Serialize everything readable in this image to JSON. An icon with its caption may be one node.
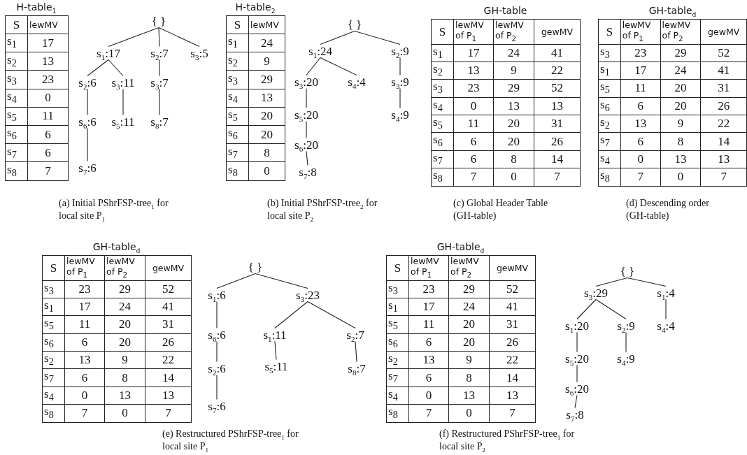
{
  "diagram": {
    "nodes": [
      {
        "text": [
          "{ }"
        ]
      },
      {
        "text": [
          "s$_{1}$:17"
        ]
      },
      {
        "text": [
          "s$_{2}$:7"
        ]
      },
      {
        "text": [
          "s$_{3}$:5"
        ]
      },
      {
        "text": [
          "s$_{2}$:6"
        ]
      },
      {
        "text": [
          "s$_{3}$:11"
        ]
      },
      {
        "text": [
          "s$_{3}$:7"
        ]
      },
      {
        "text": [
          "s$_{6}$:6"
        ]
      },
      {
        "text": [
          "s$_{5}$:11"
        ]
      },
      {
        "text": [
          "s$_{8}$:7"
        ]
      },
      {
        "text": [
          "s$_{7}$:6"
        ]
      },
      {
        "text": [
          "{ }"
        ]
      },
      {
        "text": [
          "s$_{1}$:24"
        ]
      },
      {
        "text": [
          "s$_{2}$:9"
        ]
      },
      {
        "text": [
          "s$_{3}$:20"
        ]
      },
      {
        "text": [
          "s$_{4}$:4"
        ]
      },
      {
        "text": [
          "s$_{3}$:9"
        ]
      },
      {
        "text": [
          "s$_{5}$:20"
        ]
      },
      {
        "text": [
          "s$_{4}$:9"
        ]
      },
      {
        "text": [
          "s$_{6}$:20"
        ]
      },
      {
        "text": [
          "s$_{7}$:8"
        ]
      },
      {
        "text": [
          "{ }"
        ]
      },
      {
        "text": [
          "s$_{1}$:6"
        ]
      },
      {
        "text": [
          "s$_{3}$:23"
        ]
      },
      {
        "text": [
          "s$_{6}$:6"
        ]
      },
      {
        "text": [
          "s$_{1}$:11"
        ]
      },
      {
        "text": [
          "s$_{2}$:7"
        ]
      },
      {
        "text": [
          "s$_{2}$:6"
        ]
      },
      {
        "text": [
          "s$_{5}$:11"
        ]
      },
      {
        "text": [
          "s$_{8}$:7"
        ]
      },
      {
        "text": [
          "s$_{7}$:6"
        ]
      },
      {
        "text": [
          "{ }"
        ]
      },
      {
        "text": [
          "s$_{3}$:29"
        ]
      },
      {
        "text": [
          "s$_{1}$:4"
        ]
      },
      {
        "text": [
          "s$_{1}$:20"
        ]
      },
      {
        "text": [
          "s$_{2}$:9"
        ]
      },
      {
        "text": [
          "s$_{4}$:4"
        ]
      },
      {
        "text": [
          "s$_{5}$:20"
        ]
      },
      {
        "text": [
          "s$_{4}$:9"
        ]
      },
      {
        "text": [
          "s$_{6}$:20"
        ]
      },
      {
        "text": [
          "s$_{7}$:8"
        ]
      }
    ],
    "edges": [
      {
        "from": 0,
        "to": 1,
        "arrow": "none"
      },
      {
        "from": 0,
        "to": 2,
        "arrow": "none"
      },
      {
        "from": 0,
        "to": 3,
        "arrow": "none"
      },
      {
        "from": 1,
        "to": 4,
        "arrow": "none"
      },
      {
        "from": 1,
        "to": 5,
        "arrow": "none"
      },
      {
        "from": 2,
        "to": 6,
        "arrow": "none"
      },
      {
        "from": 4,
        "to": 7,
        "arrow": "none"
      },
      {
        "from": 5,
        "to": 8,
        "arrow": "none"
      },
      {
        "from": 6,
        "to": 9,
        "arrow": "none"
      },
      {
        "from": 7,
        "to": 10,
        "arrow": "none"
      },
      {
        "from": 11,
        "to": 12,
        "arrow": "none"
      },
      {
        "from": 11,
        "to": 13,
        "arrow": "none"
      },
      {
        "from": 12,
        "to": 14,
        "arrow": "none"
      },
      {
        "from": 12,
        "to": 15,
        "arrow": "none"
      },
      {
        "from": 13,
        "to": 16,
        "arrow": "none"
      },
      {
        "from": 14,
        "to": 17,
        "arrow": "none"
      },
      {
        "from": 16,
        "to": 18,
        "arrow": "none"
      },
      {
        "from": 17,
        "to": 19,
        "arrow": "none"
      },
      {
        "from": 19,
        "to": 20,
        "arrow": "none"
      },
      {
        "from": 21,
        "to": 22,
        "arrow": "none"
      },
      {
        "from": 21,
        "to": 23,
        "arrow": "none"
      },
      {
        "from": 22,
        "to": 24,
        "arrow": "none"
      },
      {
        "from": 23,
        "to": 25,
        "arrow": "none"
      },
      {
        "from": 23,
        "to": 26,
        "arrow": "none"
      },
      {
        "from": 24,
        "to": 27,
        "arrow": "none"
      },
      {
        "from": 25,
        "to": 28,
        "arrow": "none"
      },
      {
        "from": 26,
        "to": 29,
        "arrow": "none"
      },
      {
        "from": 27,
        "to": 30,
        "arrow": "none"
      },
      {
        "from": 31,
        "to": 32,
        "arrow": "none"
      },
      {
        "from": 31,
        "to": 33,
        "arrow": "none"
      },
      {
        "from": 32,
        "to": 34,
        "arrow": "none"
      },
      {
        "from": 32,
        "to": 35,
        "arrow": "none"
      },
      {
        "from": 33,
        "to": 36,
        "arrow": "none"
      },
      {
        "from": 34,
        "to": 37,
        "arrow": "none"
      },
      {
        "from": 35,
        "to": 38,
        "arrow": "none"
      },
      {
        "from": 37,
        "to": 39,
        "arrow": "none"
      },
      {
        "from": 39,
        "to": 40,
        "arrow": "none"
      }
    ],
    "labels": [
      "H-table$_{1}$",
      "S",
      "lewMV",
      "s$_{1}$",
      "17",
      "s$_{2}$",
      "13",
      "s$_{3}$",
      "23",
      "s$_{4}$",
      "0",
      "s$_{5}$",
      "11",
      "s$_{6}$",
      "6",
      "s$_{7}$",
      "6",
      "s$_{8}$",
      "7",
      "(a) Initial PShrFSP-tree$_{1}$ for local site P$_{1}$",
      "H-table$_{2}$",
      "S",
      "lewMV",
      "s$_{1}$",
      "24",
      "s$_{2}$",
      "9",
      "s$_{3}$",
      "29",
      "s$_{4}$",
      "13",
      "s$_{5}$",
      "20",
      "s$_{6}$",
      "20",
      "s$_{7}$",
      "8",
      "s$_{8}$",
      "0",
      "(b) Initial PShrFSP-tree$_{2}$ for local site P$_{2}$",
      "GH-table",
      "S",
      "lewMV of P$_{1}$",
      "lewMV of P$_{2}$",
      "gewMV",
      "s$_{1}$",
      "17",
      "24",
      "41",
      "s$_{2}$",
      "13",
      "9",
      "22",
      "s$_{3}$",
      "23",
      "29",
      "52",
      "s$_{4}$",
      "0",
      "13",
      "13",
      "s$_{5}$",
      "11",
      "20",
      "31",
      "s$_{6}$",
      "6",
      "20",
      "26",
      "s$_{7}$",
      "6",
      "8",
      "14",
      "s$_{8}$",
      "7",
      "0",
      "7",
      "(c) Global Header Table (GH-table)",
      "GH-table$_{d}$",
      "S",
      "lewMV of P$_{1}$",
      "lewMV of P$_{2}$",
      "gewMV",
      "s$_{3}$",
      "23",
      "29",
      "52",
      "s$_{1}$",
      "17",
      "24",
      "41",
      "s$_{5}$",
      "11",
      "20",
      "31",
      "s$_{6}$",
      "6",
      "20",
      "26",
      "s$_{2}$",
      "13",
      "9",
      "22",
      "s$_{7}$",
      "6",
      "8",
      "14",
      "s$_{4}$",
      "0",
      "13",
      "13",
      "s$_{8}$",
      "7",
      "0",
      "7",
      "(d) Descending order (GH-table)",
      "GH-table$_{d}$",
      "S",
      "lewMV of P$_{1}$",
      "lewMV of P$_{2}$",
      "gewMV",
      "s$_{3}$",
      "23",
      "29",
      "52",
      "s$_{1}$",
      "17",
      "24",
      "41",
      "s$_{5}$",
      "11",
      "20",
      "31",
      "s$_{6}$",
      "6",
      "20",
      "26",
      "s$_{2}$",
      "13",
      "9",
      "22",
      "s$_{7}$",
      "6",
      "8",
      "14",
      "s$_{4}$",
      "0",
      "13",
      "13",
      "s$_{8}$",
      "7",
      "0",
      "7",
      "(e) Restructured PShrFSP-tree$_{1}$ for local site P$_{1}$",
      "GH-table$_{d}$",
      "S",
      "lewMV of P$_{1}$",
      "lewMV of P$_{2}$",
      "gewMV",
      "s$_{3}$",
      "23",
      "29",
      "52",
      "s$_{1}$",
      "17",
      "24",
      "41",
      "s$_{5}$",
      "11",
      "20",
      "31",
      "s$_{6}$",
      "6",
      "20",
      "26",
      "s$_{2}$",
      "13",
      "9",
      "22",
      "s$_{7}$",
      "6",
      "8",
      "14",
      "s$_{4}$",
      "0",
      "13",
      "13",
      "s$_{8}$",
      "7",
      "0",
      "7",
      "(f) Restructured PShrFSP-tree$_{1}$ for local site P$_{2}$"
    ]
  }
}
